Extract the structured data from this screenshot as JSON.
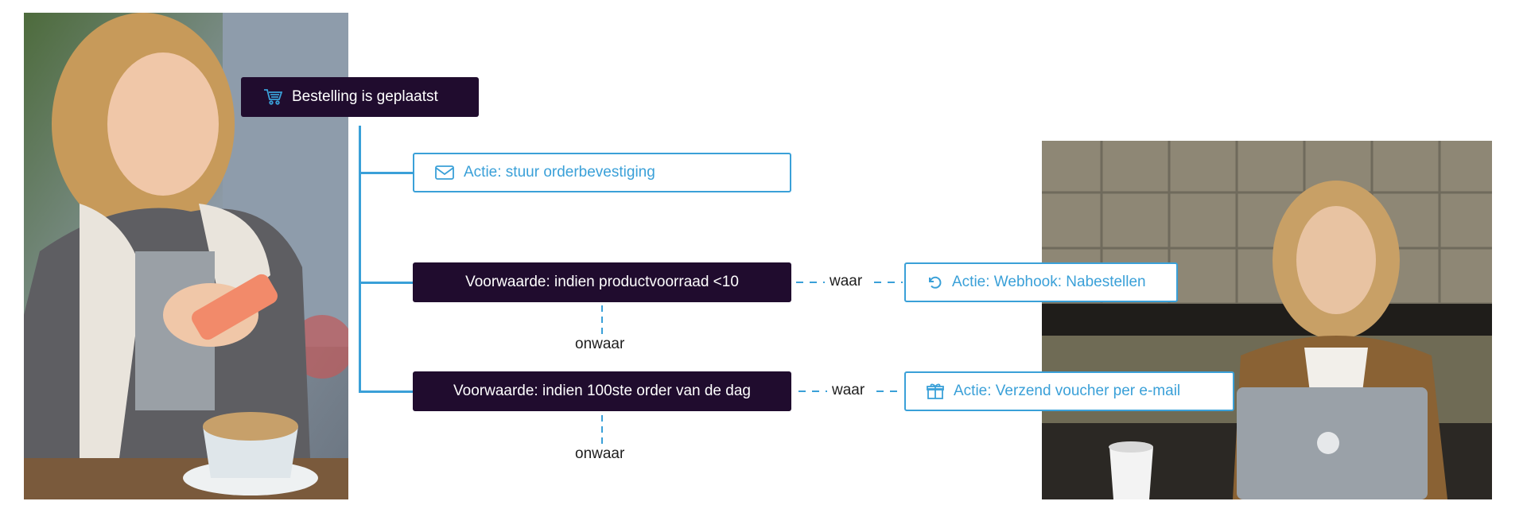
{
  "trigger": {
    "label": "Bestelling is geplaatst",
    "icon": "cart-icon"
  },
  "action_confirm": {
    "label": "Actie: stuur orderbevestiging",
    "icon": "mail-icon"
  },
  "condition_stock": {
    "label": "Voorwaarde: indien productvoorraad <10",
    "true_label": "waar",
    "false_label": "onwaar",
    "action": {
      "label": "Actie: Webhook: Nabestellen",
      "icon": "refresh-icon"
    }
  },
  "condition_order": {
    "label": "Voorwaarde: indien 100ste order van de dag",
    "true_label": "waar",
    "false_label": "onwaar",
    "action": {
      "label": "Actie: Verzend voucher per e-mail",
      "icon": "gift-icon"
    }
  },
  "colors": {
    "dark": "#200c2e",
    "accent": "#3aa0d8"
  }
}
